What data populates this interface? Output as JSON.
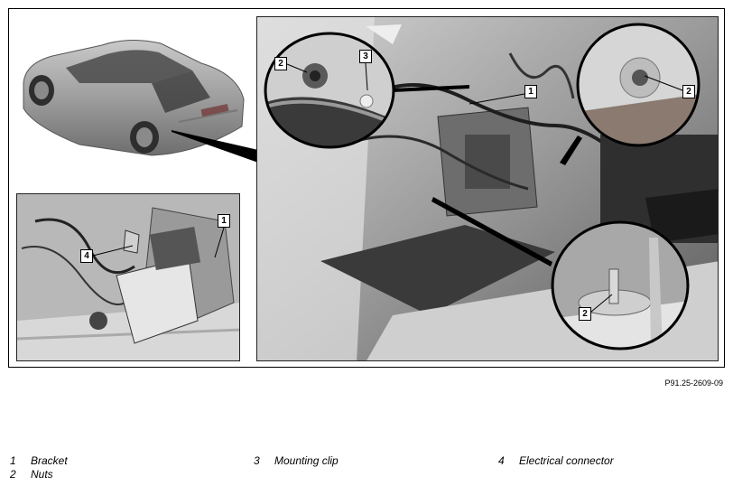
{
  "figure_ref": "P91.25-2609-09",
  "callouts": {
    "c1": "1",
    "c2": "2",
    "c3": "3",
    "c4": "4"
  },
  "legend": [
    {
      "num": "1",
      "text": "Bracket"
    },
    {
      "num": "2",
      "text": "Nuts"
    },
    {
      "num": "3",
      "text": "Mounting clip"
    },
    {
      "num": "4",
      "text": "Electrical connector"
    }
  ]
}
